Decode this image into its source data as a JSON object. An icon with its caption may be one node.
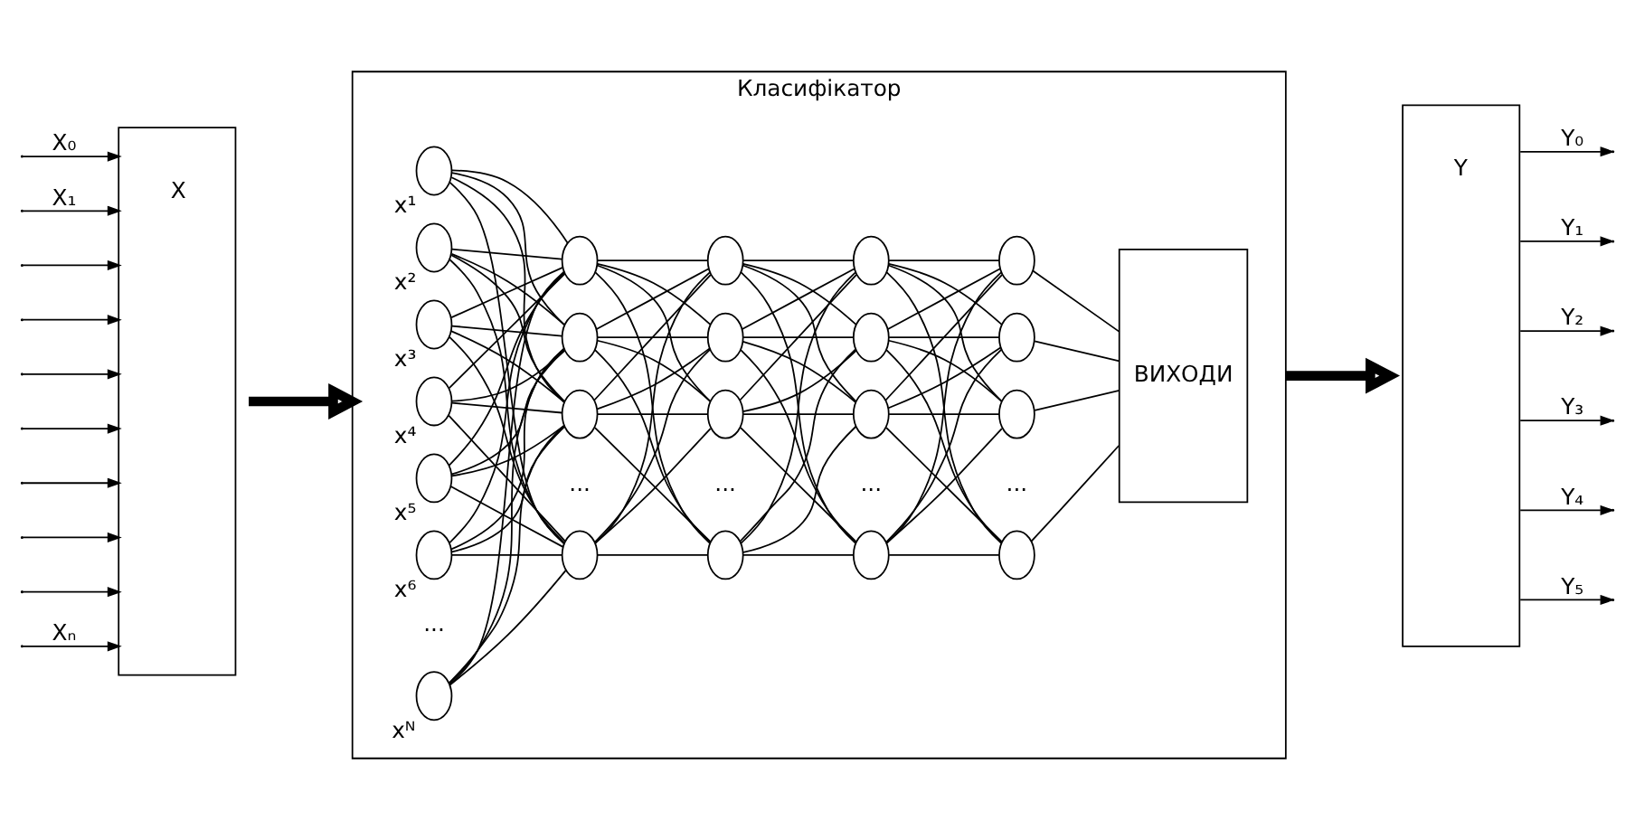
{
  "diagram": {
    "nodes": [
      {
        "text": [
          "X"
        ]
      },
      {
        "text": [
          "Класифікатор"
        ]
      },
      {
        "text": [],
        "shape": "circle",
        "in": 1,
        "beside": [
          "x¹"
        ]
      },
      {
        "text": [],
        "shape": "circle",
        "in": 1,
        "beside": [
          "x²"
        ]
      },
      {
        "text": [],
        "shape": "circle",
        "in": 1,
        "beside": [
          "x³"
        ]
      },
      {
        "text": [],
        "shape": "circle",
        "in": 1,
        "beside": [
          "x⁴"
        ]
      },
      {
        "text": [],
        "shape": "circle",
        "in": 1,
        "beside": [
          "x⁵"
        ]
      },
      {
        "text": [],
        "shape": "circle",
        "in": 1,
        "beside": [
          "x⁶"
        ]
      },
      {
        "text": [],
        "shape": "circle",
        "in": 1,
        "beside": [
          "xᴺ"
        ]
      },
      {
        "text": [],
        "shape": "circle",
        "in": 1
      },
      {
        "text": [],
        "shape": "circle",
        "in": 1
      },
      {
        "text": [],
        "shape": "circle",
        "in": 1
      },
      {
        "text": [],
        "shape": "circle",
        "in": 1
      },
      {
        "text": [],
        "shape": "circle",
        "in": 1
      },
      {
        "text": [],
        "shape": "circle",
        "in": 1
      },
      {
        "text": [],
        "shape": "circle",
        "in": 1
      },
      {
        "text": [],
        "shape": "circle",
        "in": 1
      },
      {
        "text": [],
        "shape": "circle",
        "in": 1
      },
      {
        "text": [],
        "shape": "circle",
        "in": 1
      },
      {
        "text": [],
        "shape": "circle",
        "in": 1
      },
      {
        "text": [],
        "shape": "circle",
        "in": 1
      },
      {
        "text": [],
        "shape": "circle",
        "in": 1
      },
      {
        "text": [],
        "shape": "circle",
        "in": 1
      },
      {
        "text": [],
        "shape": "circle",
        "in": 1
      },
      {
        "text": [],
        "shape": "circle",
        "in": 1
      },
      {
        "text": [
          "ВИХОДИ"
        ],
        "in": 1
      },
      {
        "text": [
          "Y"
        ]
      }
    ],
    "edges": [
      {
        "from": null,
        "to": 0,
        "arrow": "to",
        "label": "X₀"
      },
      {
        "from": null,
        "to": 0,
        "arrow": "to",
        "label": "X₁"
      },
      {
        "from": null,
        "to": 0,
        "arrow": "to"
      },
      {
        "from": null,
        "to": 0,
        "arrow": "to"
      },
      {
        "from": null,
        "to": 0,
        "arrow": "to"
      },
      {
        "from": null,
        "to": 0,
        "arrow": "to"
      },
      {
        "from": null,
        "to": 0,
        "arrow": "to"
      },
      {
        "from": null,
        "to": 0,
        "arrow": "to"
      },
      {
        "from": null,
        "to": 0,
        "arrow": "to"
      },
      {
        "from": null,
        "to": 0,
        "arrow": "to",
        "label": "Xₙ"
      },
      {
        "from": 0,
        "to": 1,
        "arrow": "to",
        "style": "thick"
      },
      {
        "from": 2,
        "to": 9,
        "arrow": "none"
      },
      {
        "from": 2,
        "to": 10,
        "arrow": "none"
      },
      {
        "from": 2,
        "to": 11,
        "arrow": "none"
      },
      {
        "from": 2,
        "to": 12,
        "arrow": "none"
      },
      {
        "from": 3,
        "to": 9,
        "arrow": "none"
      },
      {
        "from": 3,
        "to": 10,
        "arrow": "none"
      },
      {
        "from": 3,
        "to": 11,
        "arrow": "none"
      },
      {
        "from": 3,
        "to": 12,
        "arrow": "none"
      },
      {
        "from": 4,
        "to": 9,
        "arrow": "none"
      },
      {
        "from": 4,
        "to": 10,
        "arrow": "none"
      },
      {
        "from": 4,
        "to": 11,
        "arrow": "none"
      },
      {
        "from": 4,
        "to": 12,
        "arrow": "none"
      },
      {
        "from": 5,
        "to": 9,
        "arrow": "none"
      },
      {
        "from": 5,
        "to": 10,
        "arrow": "none"
      },
      {
        "from": 5,
        "to": 11,
        "arrow": "none"
      },
      {
        "from": 5,
        "to": 12,
        "arrow": "none"
      },
      {
        "from": 6,
        "to": 9,
        "arrow": "none"
      },
      {
        "from": 6,
        "to": 10,
        "arrow": "none"
      },
      {
        "from": 6,
        "to": 11,
        "arrow": "none"
      },
      {
        "from": 6,
        "to": 12,
        "arrow": "none"
      },
      {
        "from": 7,
        "to": 9,
        "arrow": "none"
      },
      {
        "from": 7,
        "to": 10,
        "arrow": "none"
      },
      {
        "from": 7,
        "to": 11,
        "arrow": "none"
      },
      {
        "from": 7,
        "to": 12,
        "arrow": "none"
      },
      {
        "from": 8,
        "to": 9,
        "arrow": "none"
      },
      {
        "from": 8,
        "to": 10,
        "arrow": "none"
      },
      {
        "from": 8,
        "to": 11,
        "arrow": "none"
      },
      {
        "from": 8,
        "to": 12,
        "arrow": "none"
      },
      {
        "from": 9,
        "to": 13,
        "arrow": "none"
      },
      {
        "from": 9,
        "to": 14,
        "arrow": "none"
      },
      {
        "from": 9,
        "to": 15,
        "arrow": "none"
      },
      {
        "from": 9,
        "to": 16,
        "arrow": "none"
      },
      {
        "from": 10,
        "to": 13,
        "arrow": "none"
      },
      {
        "from": 10,
        "to": 14,
        "arrow": "none"
      },
      {
        "from": 10,
        "to": 15,
        "arrow": "none"
      },
      {
        "from": 10,
        "to": 16,
        "arrow": "none"
      },
      {
        "from": 11,
        "to": 13,
        "arrow": "none"
      },
      {
        "from": 11,
        "to": 14,
        "arrow": "none"
      },
      {
        "from": 11,
        "to": 15,
        "arrow": "none"
      },
      {
        "from": 11,
        "to": 16,
        "arrow": "none"
      },
      {
        "from": 12,
        "to": 13,
        "arrow": "none"
      },
      {
        "from": 12,
        "to": 14,
        "arrow": "none"
      },
      {
        "from": 12,
        "to": 15,
        "arrow": "none"
      },
      {
        "from": 12,
        "to": 16,
        "arrow": "none"
      },
      {
        "from": 13,
        "to": 17,
        "arrow": "none"
      },
      {
        "from": 13,
        "to": 18,
        "arrow": "none"
      },
      {
        "from": 13,
        "to": 19,
        "arrow": "none"
      },
      {
        "from": 13,
        "to": 20,
        "arrow": "none"
      },
      {
        "from": 14,
        "to": 17,
        "arrow": "none"
      },
      {
        "from": 14,
        "to": 18,
        "arrow": "none"
      },
      {
        "from": 14,
        "to": 19,
        "arrow": "none"
      },
      {
        "from": 14,
        "to": 20,
        "arrow": "none"
      },
      {
        "from": 15,
        "to": 17,
        "arrow": "none"
      },
      {
        "from": 15,
        "to": 18,
        "arrow": "none"
      },
      {
        "from": 15,
        "to": 19,
        "arrow": "none"
      },
      {
        "from": 15,
        "to": 20,
        "arrow": "none"
      },
      {
        "from": 16,
        "to": 17,
        "arrow": "none"
      },
      {
        "from": 16,
        "to": 18,
        "arrow": "none"
      },
      {
        "from": 16,
        "to": 19,
        "arrow": "none"
      },
      {
        "from": 16,
        "to": 20,
        "arrow": "none"
      },
      {
        "from": 17,
        "to": 21,
        "arrow": "none"
      },
      {
        "from": 17,
        "to": 22,
        "arrow": "none"
      },
      {
        "from": 17,
        "to": 23,
        "arrow": "none"
      },
      {
        "from": 17,
        "to": 24,
        "arrow": "none"
      },
      {
        "from": 18,
        "to": 21,
        "arrow": "none"
      },
      {
        "from": 18,
        "to": 22,
        "arrow": "none"
      },
      {
        "from": 18,
        "to": 23,
        "arrow": "none"
      },
      {
        "from": 18,
        "to": 24,
        "arrow": "none"
      },
      {
        "from": 19,
        "to": 21,
        "arrow": "none"
      },
      {
        "from": 19,
        "to": 22,
        "arrow": "none"
      },
      {
        "from": 19,
        "to": 23,
        "arrow": "none"
      },
      {
        "from": 19,
        "to": 24,
        "arrow": "none"
      },
      {
        "from": 20,
        "to": 21,
        "arrow": "none"
      },
      {
        "from": 20,
        "to": 22,
        "arrow": "none"
      },
      {
        "from": 20,
        "to": 23,
        "arrow": "none"
      },
      {
        "from": 20,
        "to": 24,
        "arrow": "none"
      },
      {
        "from": 21,
        "to": 25,
        "arrow": "none"
      },
      {
        "from": 22,
        "to": 25,
        "arrow": "none"
      },
      {
        "from": 23,
        "to": 25,
        "arrow": "none"
      },
      {
        "from": 24,
        "to": 25,
        "arrow": "none"
      },
      {
        "from": 1,
        "to": 26,
        "arrow": "to",
        "style": "thick"
      },
      {
        "from": 26,
        "to": null,
        "arrow": "to",
        "label": "Y₀"
      },
      {
        "from": 26,
        "to": null,
        "arrow": "to",
        "label": "Y₁"
      },
      {
        "from": 26,
        "to": null,
        "arrow": "to",
        "label": "Y₂"
      },
      {
        "from": 26,
        "to": null,
        "arrow": "to",
        "label": "Y₃"
      },
      {
        "from": 26,
        "to": null,
        "arrow": "to",
        "label": "Y₄"
      },
      {
        "from": 26,
        "to": null,
        "arrow": "to",
        "label": "Y₅"
      }
    ],
    "labels": [
      "...",
      "...",
      "...",
      "...",
      "..."
    ]
  }
}
